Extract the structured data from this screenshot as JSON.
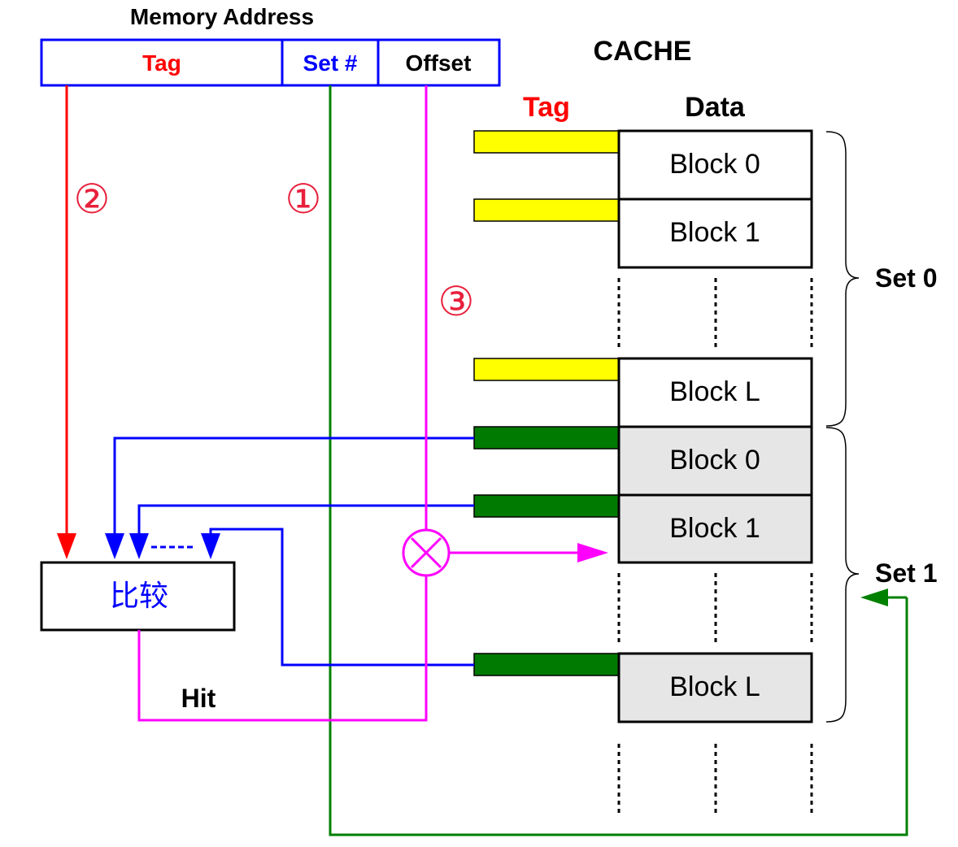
{
  "memory_address": {
    "title": "Memory Address",
    "fields": {
      "tag": "Tag",
      "set": "Set #",
      "offset": "Offset"
    }
  },
  "cache": {
    "title": "CACHE",
    "col_tag": "Tag",
    "col_data": "Data",
    "set0": {
      "label": "Set 0",
      "blocks": [
        "Block 0",
        "Block 1",
        "Block L"
      ]
    },
    "set1": {
      "label": "Set 1",
      "blocks": [
        "Block 0",
        "Block 1",
        "Block L"
      ]
    }
  },
  "steps": {
    "step1": "①",
    "step2": "②",
    "step3": "③"
  },
  "comparator": {
    "label": "比较"
  },
  "hit_label": "Hit",
  "colors": {
    "tag": "#ff0000",
    "set": "#0000ff",
    "offset_line": "#ff00ff",
    "set_line": "#008000",
    "set0_tag": "#ffff00",
    "set1_tag": "#007a00",
    "set1_block_fill": "#e6e6e6",
    "step_number": "#e8203c"
  }
}
